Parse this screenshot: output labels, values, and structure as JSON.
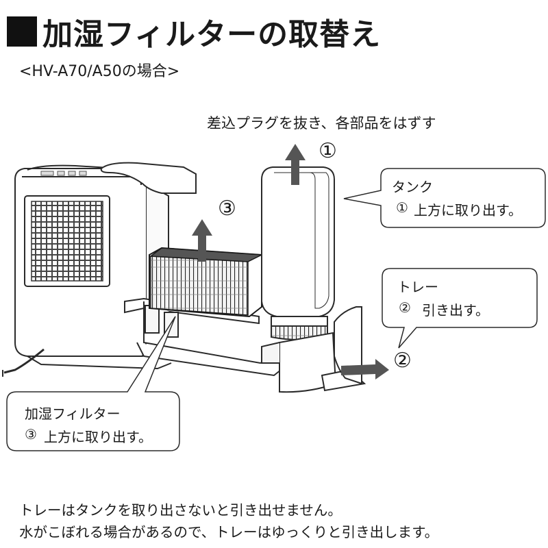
{
  "header": {
    "title": "加湿フィルターの取替え",
    "subtitle": "<HV-A70/A50の場合>"
  },
  "instruction": "差込プラグを抜き、各部品をはずす",
  "steps": {
    "step1_marker": "①",
    "step2_marker": "②",
    "step3_marker": "③"
  },
  "callouts": {
    "tank": {
      "title": "タンク",
      "step": "①",
      "text": "上方に取り出す。"
    },
    "tray": {
      "title": "トレー",
      "step": "②",
      "text": "引き出す。"
    },
    "filter": {
      "title": "加湿フィルター",
      "step": "③",
      "text": "上方に取り出す。"
    }
  },
  "notes": [
    "トレーはタンクを取り出さないと引き出せません。",
    "水がこぼれる場合があるので、トレーはゆっくりと引き出します。"
  ],
  "colors": {
    "arrow": "#555555",
    "line": "#2a2a2a",
    "text": "#1a1a1a"
  }
}
